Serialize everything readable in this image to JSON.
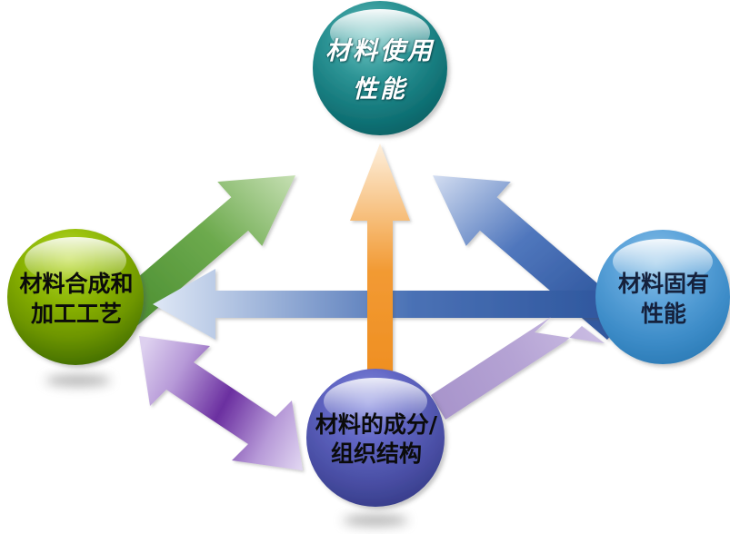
{
  "diagram": {
    "type": "materials-science-tetrahedron",
    "background_color": "#ffffff",
    "nodes": [
      {
        "id": "performance",
        "label": "材料使用\n性能",
        "position": "top",
        "shape": "sphere",
        "color_light": "#7fd3d0",
        "color_dark": "#0c6a6b",
        "text_color": "#ffffff"
      },
      {
        "id": "synthesis",
        "label": "材料合成和\n加工工艺",
        "position": "left",
        "shape": "sphere",
        "color_light": "#c3e03c",
        "color_dark": "#3f6b02",
        "text_color": "#0b0b0b"
      },
      {
        "id": "properties",
        "label": "材料固有\n性能",
        "position": "right",
        "shape": "sphere",
        "color_light": "#bfe0f5",
        "color_dark": "#2a7ab5",
        "text_color": "#15213c"
      },
      {
        "id": "structure",
        "label": "材料的成分/\n组织结构",
        "position": "bottom",
        "shape": "sphere",
        "color_light": "#b9bdf0",
        "color_dark": "#343a86",
        "text_color": "#0b0b0b"
      }
    ],
    "arrows": [
      {
        "id": "synthesis-to-performance",
        "from": "synthesis",
        "to": "performance",
        "heads": "single",
        "color_dark": "#5f9e3f",
        "color_light": "#d8ebc6"
      },
      {
        "id": "properties-to-performance",
        "from": "properties",
        "to": "performance",
        "heads": "single",
        "color_dark": "#3760ad",
        "color_light": "#dde6f6"
      },
      {
        "id": "structure-to-performance",
        "from": "structure",
        "to": "performance",
        "heads": "single",
        "color_dark": "#ef8f22",
        "color_light": "#fbe0c0"
      },
      {
        "id": "properties-to-synthesis",
        "from": "properties",
        "to": "synthesis",
        "heads": "single",
        "color_dark": "#3760ad",
        "color_light": "#dde6f6"
      },
      {
        "id": "synthesis-structure",
        "from": "synthesis",
        "to": "structure",
        "heads": "double",
        "color_dark": "#6b2fa0",
        "color_light": "#d8c8ec"
      },
      {
        "id": "structure-to-properties",
        "from": "structure",
        "to": "properties",
        "heads": "single",
        "color_dark": "#9b86c4",
        "color_light": "#d6cbe8"
      }
    ]
  }
}
